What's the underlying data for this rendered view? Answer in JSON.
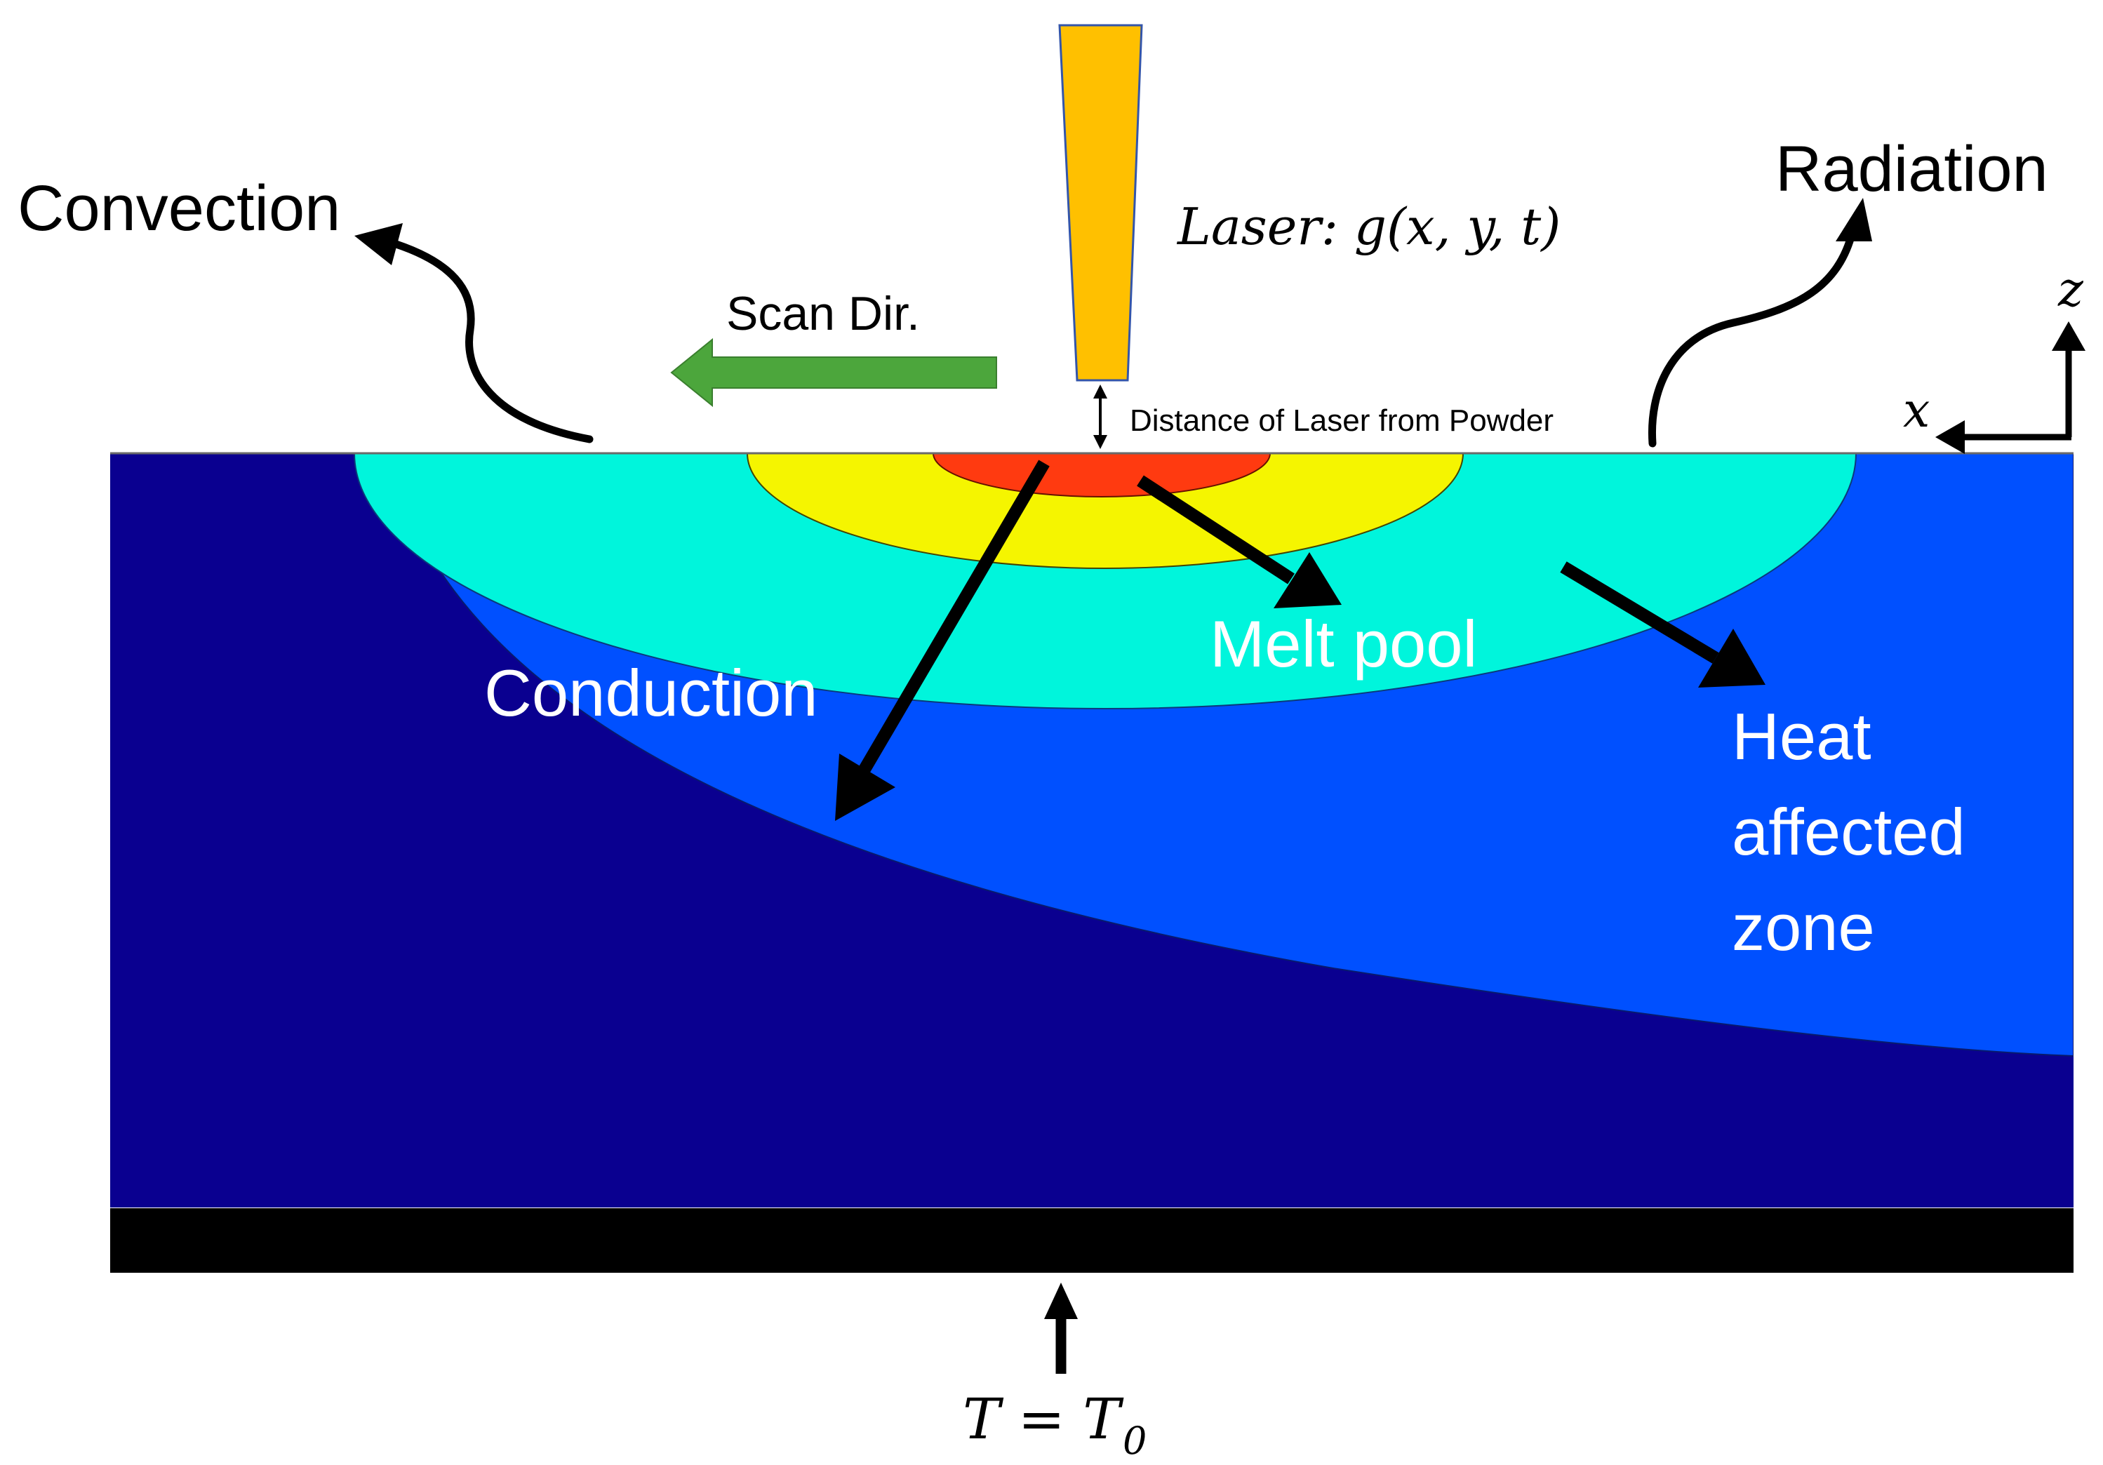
{
  "labels": {
    "convection": "Convection",
    "radiation": "Radiation",
    "laser": "Laser: g(x, y, t)",
    "scan_direction": "Scan Dir.",
    "laser_distance": "Distance of Laser from Powder",
    "conduction": "Conduction",
    "melt_pool": "Melt pool",
    "heat_affected_zone_line1": "Heat",
    "heat_affected_zone_line2": "affected",
    "heat_affected_zone_line3": "zone",
    "boundary_temperature": "T = T",
    "boundary_temperature_subscript": "0",
    "axis_z": "z",
    "axis_x": "x"
  },
  "colors": {
    "substrate": "#0a0090",
    "heat_affected_zone": "#0050ff",
    "melt_pool_outer": "#00f5dc",
    "melt_pool_mid": "#f5f500",
    "melt_pool_core": "#ff3a10",
    "laser_beam": "#ffc000",
    "laser_outline": "#3355aa",
    "scan_arrow": "#4ca63c",
    "base_plate": "#000000",
    "arrows": "#000000",
    "label_on_dark": "#ffffff",
    "label_on_light": "#000000"
  }
}
